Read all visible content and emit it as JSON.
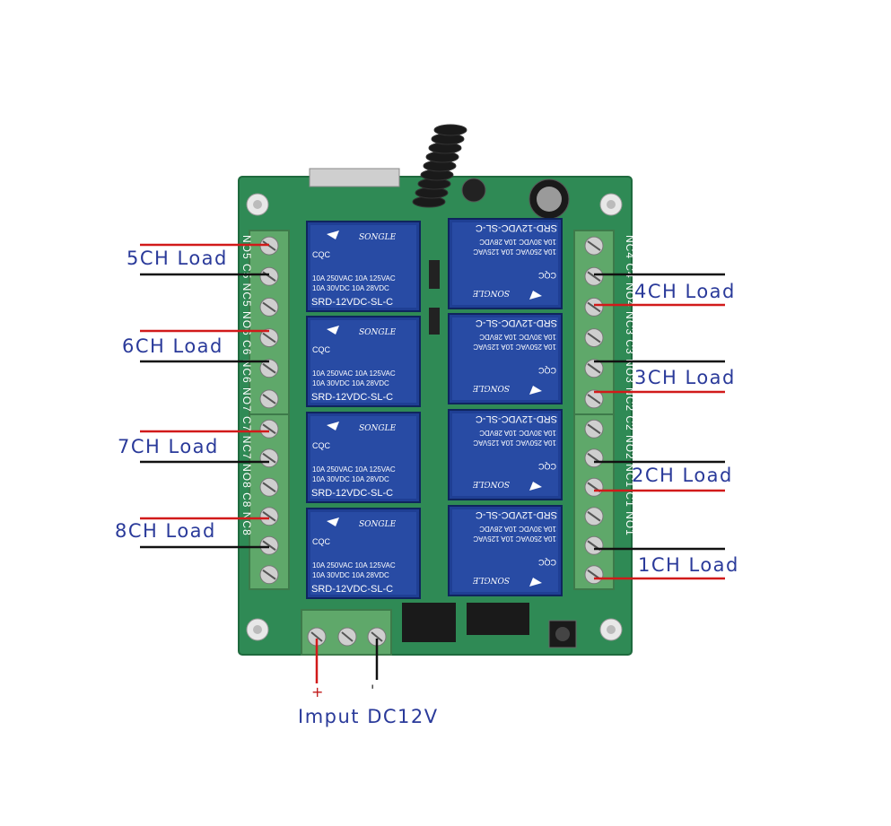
{
  "colors": {
    "pcb": "#2f8a55",
    "pcb_dark": "#1f6a3e",
    "terminal": "#5fa86a",
    "relay": "#1f3f94",
    "relay_light": "#3a62c2",
    "label": "#2a3a9a",
    "wire_red": "#d11a1a",
    "wire_black": "#111111"
  },
  "labels": {
    "ch1": "1CH Load",
    "ch2": "2CH Load",
    "ch3": "3CH Load",
    "ch4": "4CH Load",
    "ch5": "5CH Load",
    "ch6": "6CH Load",
    "ch7": "7CH Load",
    "ch8": "8CH Load",
    "input": "Imput DC12V",
    "plus": "+",
    "minus": "'"
  },
  "relay_text": {
    "brand": "SONGLE",
    "rating_line1": "10A 250VAC  10A 125VAC",
    "rating_line2": "10A 30VDC  10A 28VDC",
    "model": "SRD-12VDC-SL-C",
    "cert": "CQC"
  },
  "silkscreen": {
    "left_terminals": [
      "NO5",
      "C5",
      "NC5",
      "NO6",
      "C6",
      "NC6",
      "NO7",
      "C7",
      "NC7",
      "NO8",
      "C8",
      "NC8"
    ],
    "right_terminals": [
      "NC4",
      "C4",
      "NO4",
      "NC3",
      "C3",
      "NO3",
      "NC2",
      "C2",
      "NO2",
      "NC1",
      "C1",
      "NO1"
    ]
  }
}
